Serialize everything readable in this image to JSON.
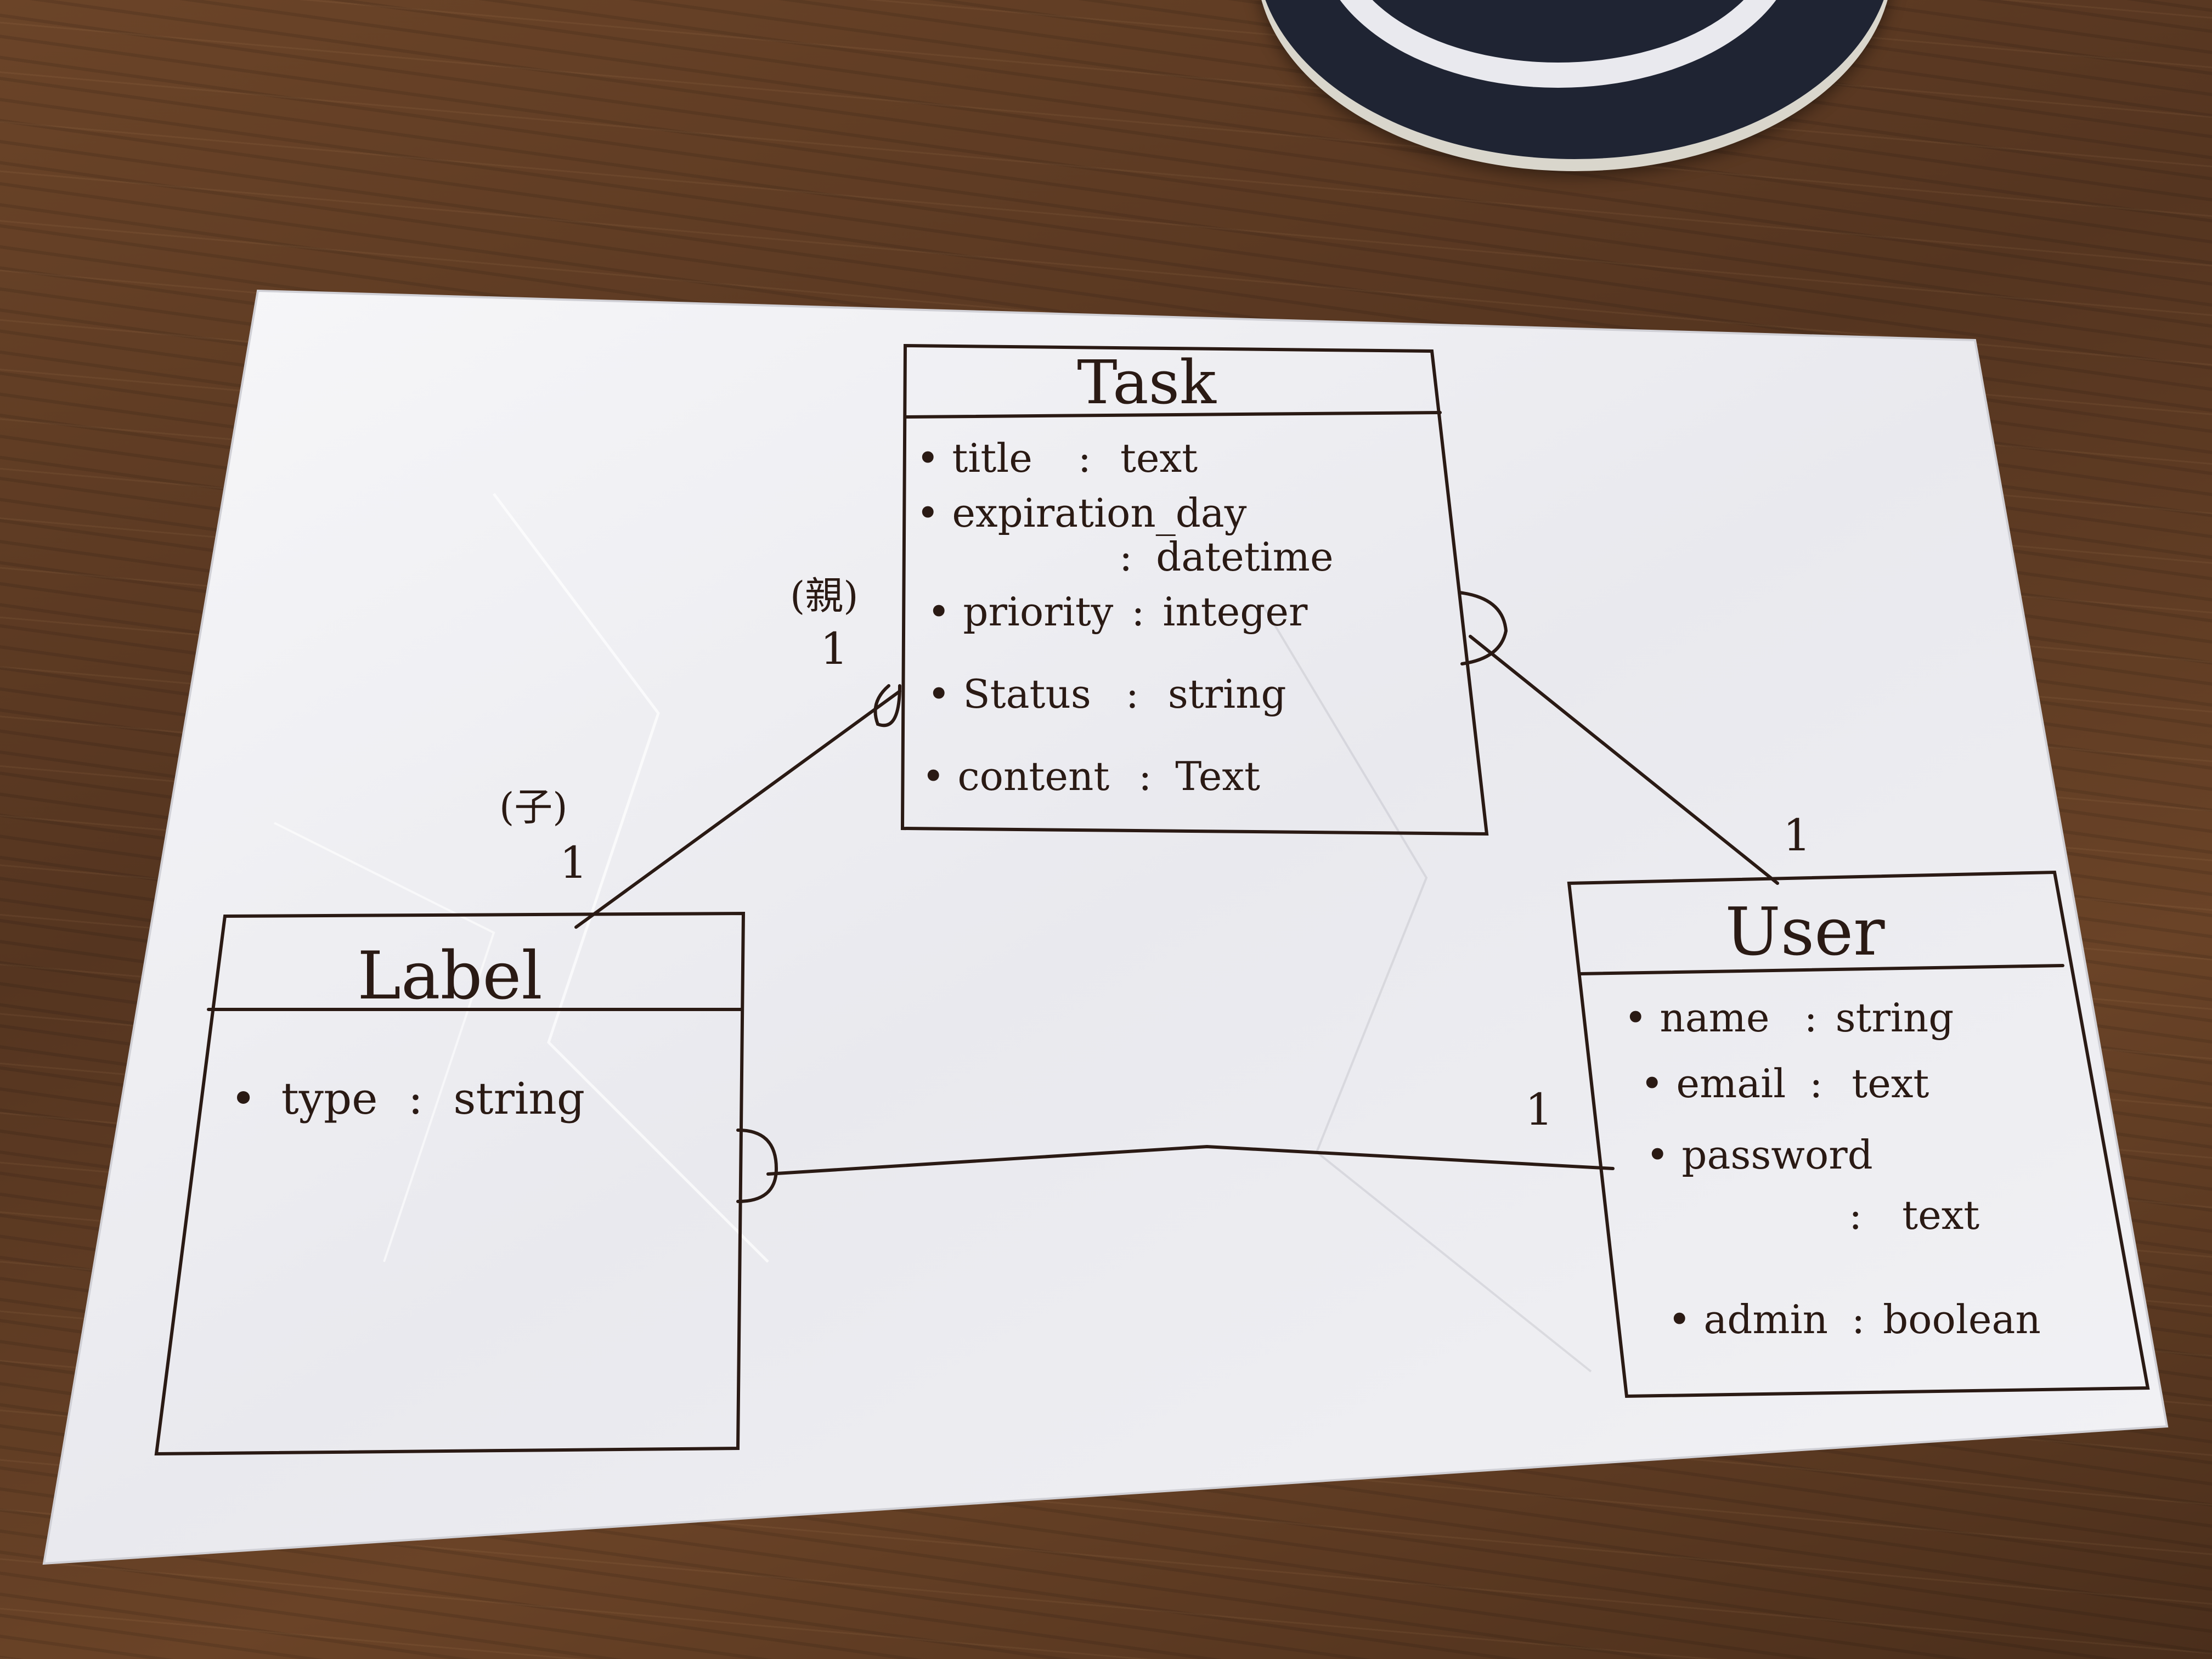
{
  "entities": [
    {
      "id": "task",
      "name": "Task",
      "attributes": [
        {
          "name": "title",
          "type": "text"
        },
        {
          "name": "expiration_day",
          "type": "datetime"
        },
        {
          "name": "priority",
          "type": "integer"
        },
        {
          "name": "Status",
          "type": "string"
        },
        {
          "name": "content",
          "type": "Text"
        }
      ]
    },
    {
      "id": "label",
      "name": "Label",
      "attributes": [
        {
          "name": "type",
          "type": "string"
        }
      ]
    },
    {
      "id": "user",
      "name": "User",
      "attributes": [
        {
          "name": "name",
          "type": "string"
        },
        {
          "name": "email",
          "type": "text"
        },
        {
          "name": "password",
          "type": "text"
        },
        {
          "name": "admin",
          "type": "boolean"
        }
      ]
    }
  ],
  "relationships": [
    {
      "from": "task",
      "to": "label",
      "from_label": "(親)",
      "from_cardinality": "1",
      "to_label": "(子)",
      "to_cardinality": "1"
    },
    {
      "from": "task",
      "to": "user",
      "to_cardinality": "1"
    },
    {
      "from": "label",
      "to": "user",
      "to_cardinality": "1"
    }
  ],
  "colors": {
    "ink": "#2a1a14",
    "paper": "#f4f4f6",
    "desk": "#5a3a22",
    "coaster": "#1f2433"
  }
}
